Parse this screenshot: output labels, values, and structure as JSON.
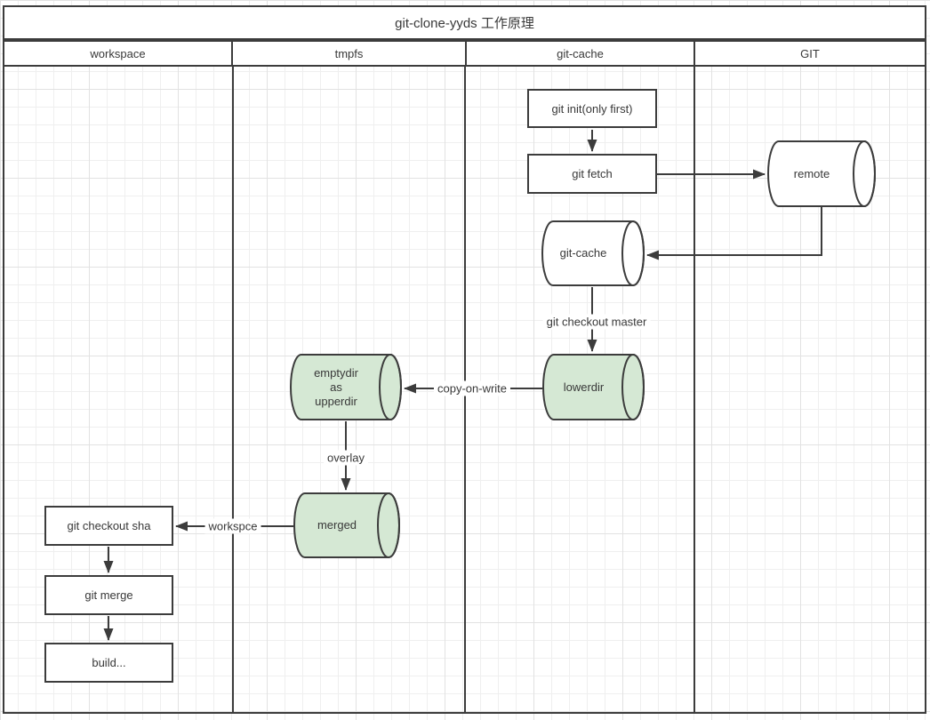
{
  "title": "git-clone-yyds 工作原理",
  "lanes": [
    {
      "label": "workspace"
    },
    {
      "label": "tmpfs"
    },
    {
      "label": "git-cache"
    },
    {
      "label": "GIT"
    }
  ],
  "nodes": {
    "git_init": {
      "label": "git init(only first)",
      "shape": "rect"
    },
    "git_fetch": {
      "label": "git fetch",
      "shape": "rect"
    },
    "remote": {
      "label": "remote",
      "shape": "cylinder"
    },
    "git_cache": {
      "label": "git-cache",
      "shape": "cylinder"
    },
    "lowerdir": {
      "label": "lowerdir",
      "shape": "cylinder"
    },
    "emptydir": {
      "label": "emptydir\nas\nupperdir",
      "shape": "cylinder"
    },
    "merged": {
      "label": "merged",
      "shape": "cylinder"
    },
    "git_checkout_sha": {
      "label": "git checkout sha",
      "shape": "rect"
    },
    "git_merge": {
      "label": "git merge",
      "shape": "rect"
    },
    "build": {
      "label": "build...",
      "shape": "rect"
    }
  },
  "edge_labels": {
    "git_checkout_master": "git checkout master",
    "copy_on_write": "copy-on-write",
    "overlay": "overlay",
    "workspce": "workspce"
  },
  "colors": {
    "stroke": "#3c3c3c",
    "green_fill": "#d5e8d4",
    "white_fill": "#ffffff",
    "text": "#383838"
  }
}
